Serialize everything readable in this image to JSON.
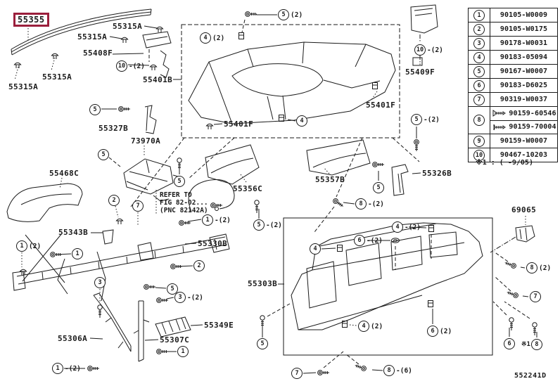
{
  "colors": {
    "highlight_accent": "#9b1f3c",
    "ink": "#1a1a1a",
    "paper": "#ffffff"
  },
  "diagram": {
    "highlighted_part": "55355",
    "fig_code": "552241D"
  },
  "labels": [
    "55315A",
    "55315A",
    "55408F",
    "55401B",
    "55315A",
    "55315A",
    "55327B",
    "73970A",
    "55468C",
    "55343B",
    "55330B",
    "55306A",
    "55307C",
    "55349E",
    "55356C",
    "55357B",
    "55326B",
    "55401F",
    "55401F",
    "55409F",
    "55303B",
    "69065"
  ],
  "refer_note": {
    "line1": "REFER TO",
    "line2": "FIG 82-02...",
    "line3": "(PNC 82142A)"
  },
  "callouts": [
    {
      "num": "10",
      "count": "-(2)",
      "prefix": ""
    },
    {
      "num": "10",
      "count": "-(2)",
      "prefix": ""
    },
    {
      "num": "5",
      "count": "(2)",
      "prefix": ""
    },
    {
      "num": "4",
      "count": "(2)",
      "prefix": ""
    },
    {
      "num": "4",
      "count": "",
      "prefix": ""
    },
    {
      "num": "5",
      "count": "-(2)",
      "prefix": ""
    },
    {
      "num": "5",
      "count": "",
      "prefix": ""
    },
    {
      "num": "5",
      "count": "",
      "prefix": ""
    },
    {
      "num": "5",
      "count": "",
      "prefix": ""
    },
    {
      "num": "5",
      "count": "",
      "prefix": ""
    },
    {
      "num": "2",
      "count": "",
      "prefix": ""
    },
    {
      "num": "7",
      "count": "",
      "prefix": ""
    },
    {
      "num": "1",
      "count": "-(2)",
      "prefix": ""
    },
    {
      "num": "1",
      "count": "(2)",
      "prefix": ""
    },
    {
      "num": "1",
      "count": "",
      "prefix": ""
    },
    {
      "num": "2",
      "count": "",
      "prefix": ""
    },
    {
      "num": "3",
      "count": "",
      "prefix": ""
    },
    {
      "num": "5",
      "count": "",
      "prefix": ""
    },
    {
      "num": "3",
      "count": "-(2)",
      "prefix": ""
    },
    {
      "num": "1",
      "count": "",
      "prefix": ""
    },
    {
      "num": "1",
      "count": "-(2)",
      "prefix": ""
    },
    {
      "num": "5",
      "count": "-(2)",
      "prefix": ""
    },
    {
      "num": "8",
      "count": "-(2)",
      "prefix": ""
    },
    {
      "num": "4",
      "count": "",
      "prefix": ""
    },
    {
      "num": "6",
      "count": "-(2)",
      "prefix": ""
    },
    {
      "num": "4",
      "count": "-(2)",
      "prefix": ""
    },
    {
      "num": "4",
      "count": "(2)",
      "prefix": ""
    },
    {
      "num": "6",
      "count": "(2)",
      "prefix": ""
    },
    {
      "num": "5",
      "count": "",
      "prefix": ""
    },
    {
      "num": "7",
      "count": "",
      "prefix": ""
    },
    {
      "num": "8",
      "count": "-(6)",
      "prefix": ""
    },
    {
      "num": "8",
      "count": "(2)",
      "prefix": ""
    },
    {
      "num": "7",
      "count": "",
      "prefix": ""
    },
    {
      "num": "6",
      "count": "",
      "prefix": ""
    },
    {
      "num": "8",
      "count": "",
      "prefix": "※1"
    }
  ],
  "table": {
    "rows": [
      {
        "num": "1",
        "part": "90105-W0009"
      },
      {
        "num": "2",
        "part": "90105-W0175"
      },
      {
        "num": "3",
        "part": "90178-W0031"
      },
      {
        "num": "4",
        "part": "90183-05094"
      },
      {
        "num": "5",
        "part": "90167-W0007"
      },
      {
        "num": "6",
        "part": "90183-D6025"
      },
      {
        "num": "7",
        "part": "90319-W0037"
      }
    ],
    "row8": {
      "num": "8",
      "variants": [
        {
          "part": "90159-60546"
        },
        {
          "part": "90159-70004"
        }
      ]
    },
    "rows_tail": [
      {
        "num": "9",
        "part": "90159-W0007"
      },
      {
        "num": "10",
        "part": "90467-10203"
      }
    ],
    "note": "※1 : ( -9/05)"
  }
}
